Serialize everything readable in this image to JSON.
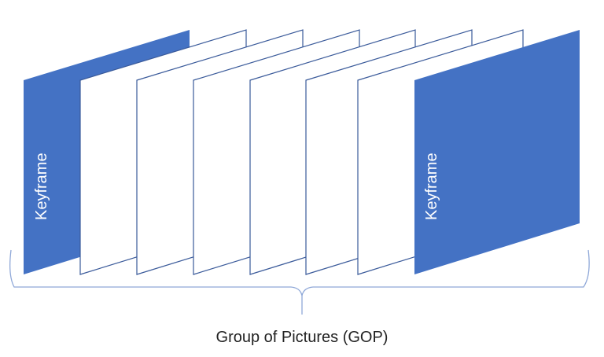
{
  "diagram": {
    "title": "Group of Pictures (GOP)",
    "colors": {
      "keyframe_fill": "#4472C4",
      "frame_stroke": "#2F4F8F",
      "frame_fill": "#ffffff",
      "brace_stroke": "#8FA8D8"
    },
    "frames": [
      {
        "type": "keyframe",
        "label": "Keyframe"
      },
      {
        "type": "frame",
        "label": ""
      },
      {
        "type": "frame",
        "label": ""
      },
      {
        "type": "frame",
        "label": ""
      },
      {
        "type": "frame",
        "label": ""
      },
      {
        "type": "frame",
        "label": ""
      },
      {
        "type": "frame",
        "label": ""
      },
      {
        "type": "keyframe",
        "label": "Keyframe"
      }
    ],
    "keyframe_left_label": "Keyframe",
    "keyframe_right_label": "Keyframe",
    "brace_caption": "Group of Pictures (GOP)"
  }
}
